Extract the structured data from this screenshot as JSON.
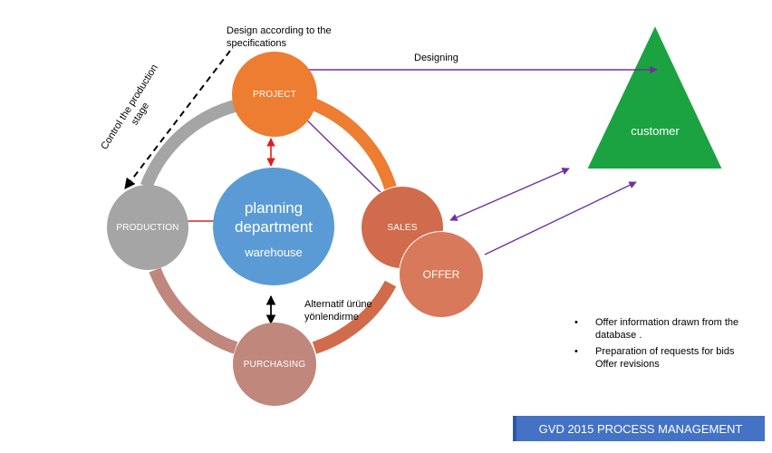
{
  "nodes": {
    "project": "PROJECT",
    "production": "PRODUCTION",
    "planning_line1": "planning",
    "planning_line2": "department",
    "warehouse": "warehouse",
    "sales": "SALES",
    "offer": "OFFER",
    "purchasing": "PURCHASING",
    "customer": "customer"
  },
  "labels": {
    "design_spec": "Design according to the specifications",
    "designing": "Designing",
    "control_stage": "Control the production stage",
    "alternatif": "Alternatif ürüne yönlendirme"
  },
  "notes": [
    "Offer information drawn from the database .",
    "Preparation of requests for bids",
    "Offer revisions"
  ],
  "banner": "GVD 2015 PROCESS MANAGEMENT",
  "colors": {
    "project": "#ed7d31",
    "production": "#a5a5a5",
    "planning": "#5b9bd5",
    "sales": "#d06b4c",
    "offer": "#d7795a",
    "purchasing": "#c0877c",
    "customer": "#1aa340",
    "arrow_red": "#e0201b",
    "arrow_purple": "#7030a0",
    "banner": "#4472c4"
  }
}
